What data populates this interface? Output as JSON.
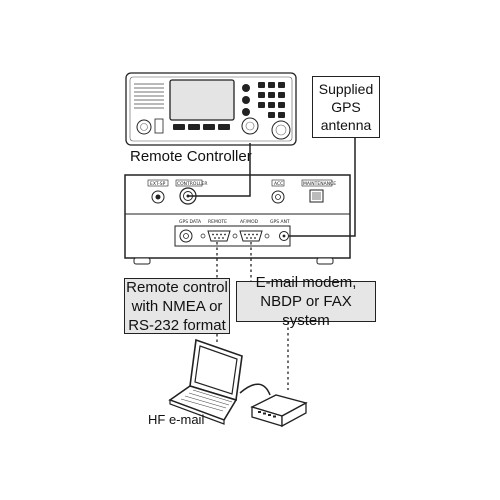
{
  "labels": {
    "remote_controller": "Remote Controller",
    "gps_antenna": [
      "Supplied",
      "GPS",
      "antenna"
    ],
    "remote_control": [
      "Remote control",
      "with NMEA or",
      "RS-232 format"
    ],
    "email_modem": [
      "E-mail modem,",
      "NBDP or FAX system"
    ],
    "hf_email": "HF e-mail"
  },
  "ports": {
    "ext_sp": "EXT-SP",
    "controller": "CONTROLLER",
    "acc": "ACC",
    "maintenance": "MAINTENANCE",
    "gps_data": "GPS DATA",
    "remote": "REMOTE",
    "af_mod": "AF/MOD",
    "gps_ant": "GPS ANT"
  },
  "colors": {
    "line": "#222222",
    "label_box_fill": "#e6e6e6",
    "device_fill": "#ffffff",
    "screen_fill": "#e4e4e4"
  }
}
